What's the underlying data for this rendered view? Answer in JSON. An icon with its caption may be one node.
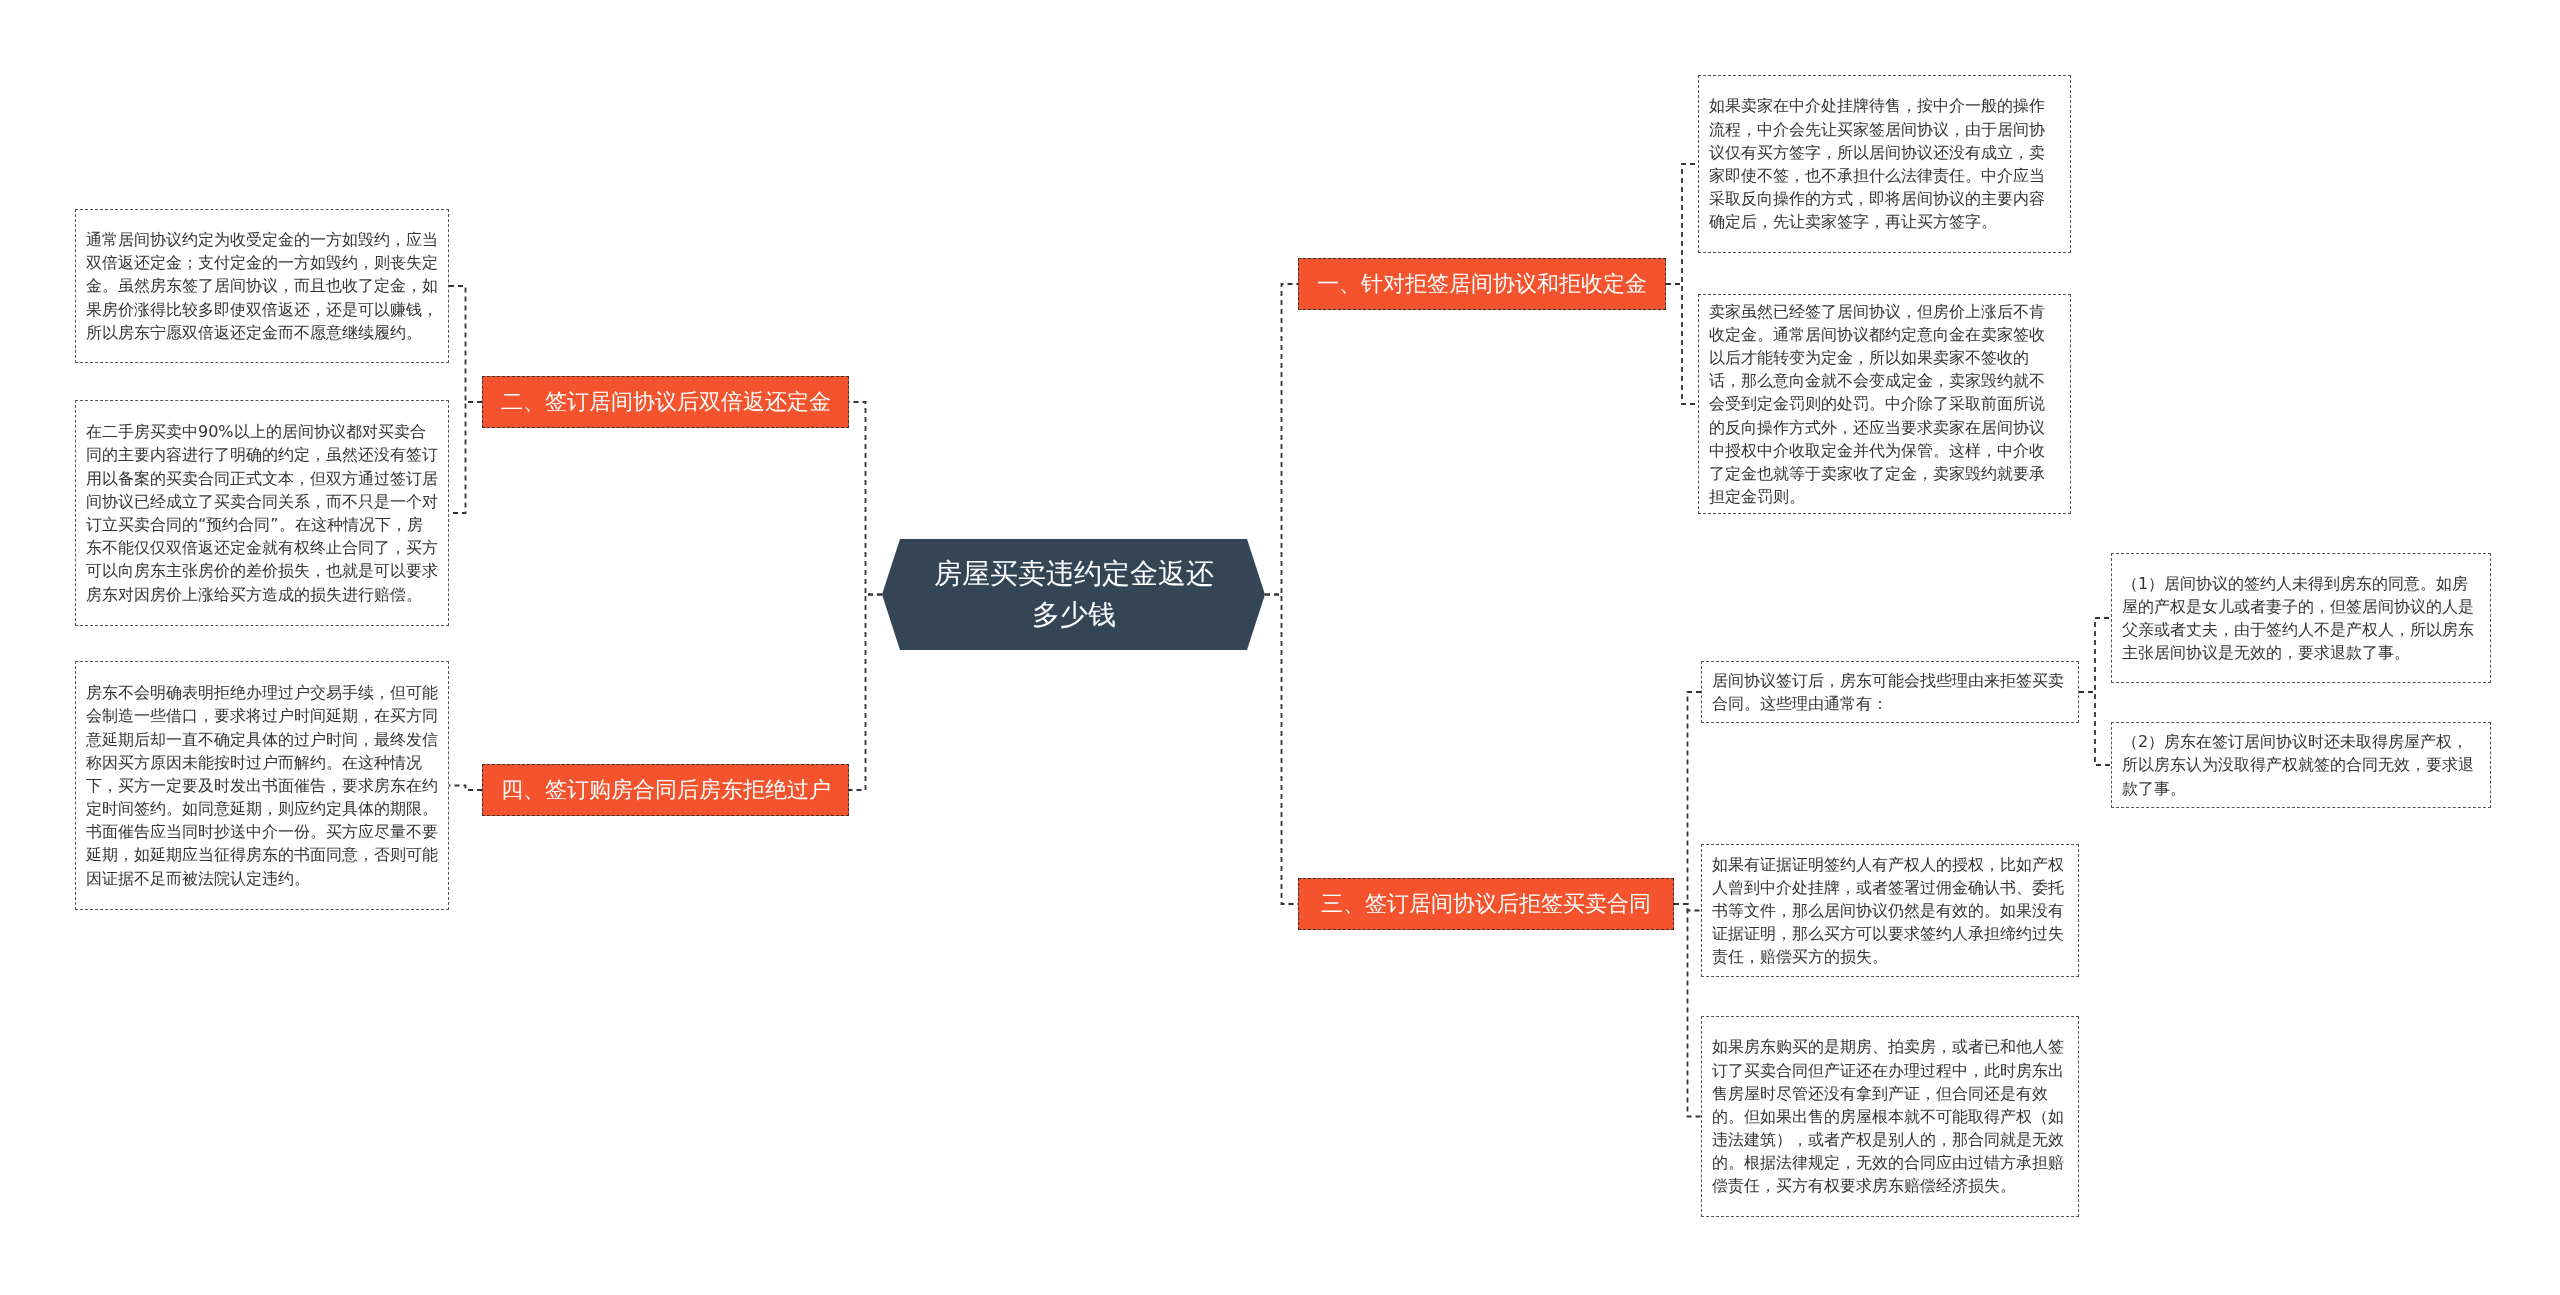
{
  "diagram": {
    "nodes": [
      {
        "text": [
          "房屋买卖违约定金返还多少钱"
        ]
      },
      {
        "text": [
          "一、针对拒签居间协议和拒收定金"
        ]
      },
      {
        "text": [
          "如果卖家在中介处挂牌待售，按中介一般的操作流程，中介会先让买家签居间协议，由于居间协议仅有买方签字，所以居间协议还没有成立，卖家即使不签，也不承担什么法律责任。中介应当采取反向操作的方式，即将居间协议的主要内容确定后，先让卖家签字，再让买方签字。"
        ]
      },
      {
        "text": [
          "卖家虽然已经签了居间协议，但房价上涨后不肯收定金。通常居间协议都约定意向金在卖家签收以后才能转变为定金，所以如果卖家不签收的话，那么意向金就不会变成定金，卖家毁约就不会受到定金罚则的处罚。中介除了采取前面所说的反向操作方式外，还应当要求卖家在居间协议中授权中介收取定金并代为保管。这样，中介收了定金也就等于卖家收了定金，卖家毁约就要承担定金罚则。"
        ]
      },
      {
        "text": [
          "二、签订居间协议后双倍返还定金"
        ]
      },
      {
        "text": [
          "通常居间协议约定为收受定金的一方如毁约，应当双倍返还定金；支付定金的一方如毁约，则丧失定金。虽然房东签了居间协议，而且也收了定金，如果房价涨得比较多即使双倍返还，还是可以赚钱，所以房东宁愿双倍返还定金而不愿意继续履约。"
        ]
      },
      {
        "text": [
          "在二手房买卖中90%以上的居间协议都对买卖合同的主要内容进行了明确的约定，虽然还没有签订用以备案的买卖合同正式文本，但双方通过签订居间协议已经成立了买卖合同关系，而不只是一个对订立买卖合同的“预约合同”。在这种情况下，房东不能仅仅双倍返还定金就有权终止合同了，买方可以向房东主张房价的差价损失，也就是可以要求房东对因房价上涨给买方造成的损失进行赔偿。"
        ]
      },
      {
        "text": [
          "三、签订居间协议后拒签买卖合同"
        ]
      },
      {
        "text": [
          "居间协议签订后，房东可能会找些理由来拒签买卖合同。这些理由通常有："
        ]
      },
      {
        "text": [
          "（1）居间协议的签约人未得到房东的同意。如房屋的产权是女儿或者妻子的，但签居间协议的人是父亲或者丈夫，由于签约人不是产权人，所以房东主张居间协议是无效的，要求退款了事。"
        ]
      },
      {
        "text": [
          "（2）房东在签订居间协议时还未取得房屋产权，所以房东认为没取得产权就签的合同无效，要求退款了事。"
        ]
      },
      {
        "text": [
          "如果有证据证明签约人有产权人的授权，比如产权人曾到中介处挂牌，或者签署过佣金确认书、委托书等文件，那么居间协议仍然是有效的。如果没有证据证明，那么买方可以要求签约人承担缔约过失责任，赔偿买方的损失。"
        ]
      },
      {
        "text": [
          "如果房东购买的是期房、拍卖房，或者已和他人签订了买卖合同但产证还在办理过程中，此时房东出售房屋时尽管还没有拿到产证，但合同还是有效的。但如果出售的房屋根本就不可能取得产权（如违法建筑），或者产权是别人的，那合同就是无效的。根据法律规定，无效的合同应由过错方承担赔偿责任，买方有权要求房东赔偿经济损失。"
        ]
      },
      {
        "text": [
          "四、签订购房合同后房东拒绝过户"
        ]
      },
      {
        "text": [
          "房东不会明确表明拒绝办理过户交易手续，但可能会制造一些借口，要求将过户时间延期，在买方同意延期后却一直不确定具体的过户时间，最终发信称因买方原因未能按时过户而解约。在这种情况下，买方一定要及时发出书面催告，要求房东在约定时间签约。如同意延期，则应约定具体的期限。书面催告应当同时抄送中介一份。买方应尽量不要延期，如延期应当征得房东的书面同意，否则可能因证据不足而被法院认定违约。"
        ]
      }
    ],
    "edges": [
      {
        "from": 0,
        "to": 1,
        "arrow": "none"
      },
      {
        "from": 1,
        "to": 2,
        "arrow": "none"
      },
      {
        "from": 1,
        "to": 3,
        "arrow": "none"
      },
      {
        "from": 0,
        "to": 4,
        "arrow": "none"
      },
      {
        "from": 4,
        "to": 5,
        "arrow": "none"
      },
      {
        "from": 4,
        "to": 6,
        "arrow": "none"
      },
      {
        "from": 0,
        "to": 7,
        "arrow": "none"
      },
      {
        "from": 7,
        "to": 8,
        "arrow": "none"
      },
      {
        "from": 8,
        "to": 9,
        "arrow": "none"
      },
      {
        "from": 8,
        "to": 10,
        "arrow": "none"
      },
      {
        "from": 7,
        "to": 11,
        "arrow": "none"
      },
      {
        "from": 7,
        "to": 12,
        "arrow": "none"
      },
      {
        "from": 0,
        "to": 13,
        "arrow": "none"
      },
      {
        "from": 13,
        "to": 14,
        "arrow": "none"
      }
    ]
  }
}
